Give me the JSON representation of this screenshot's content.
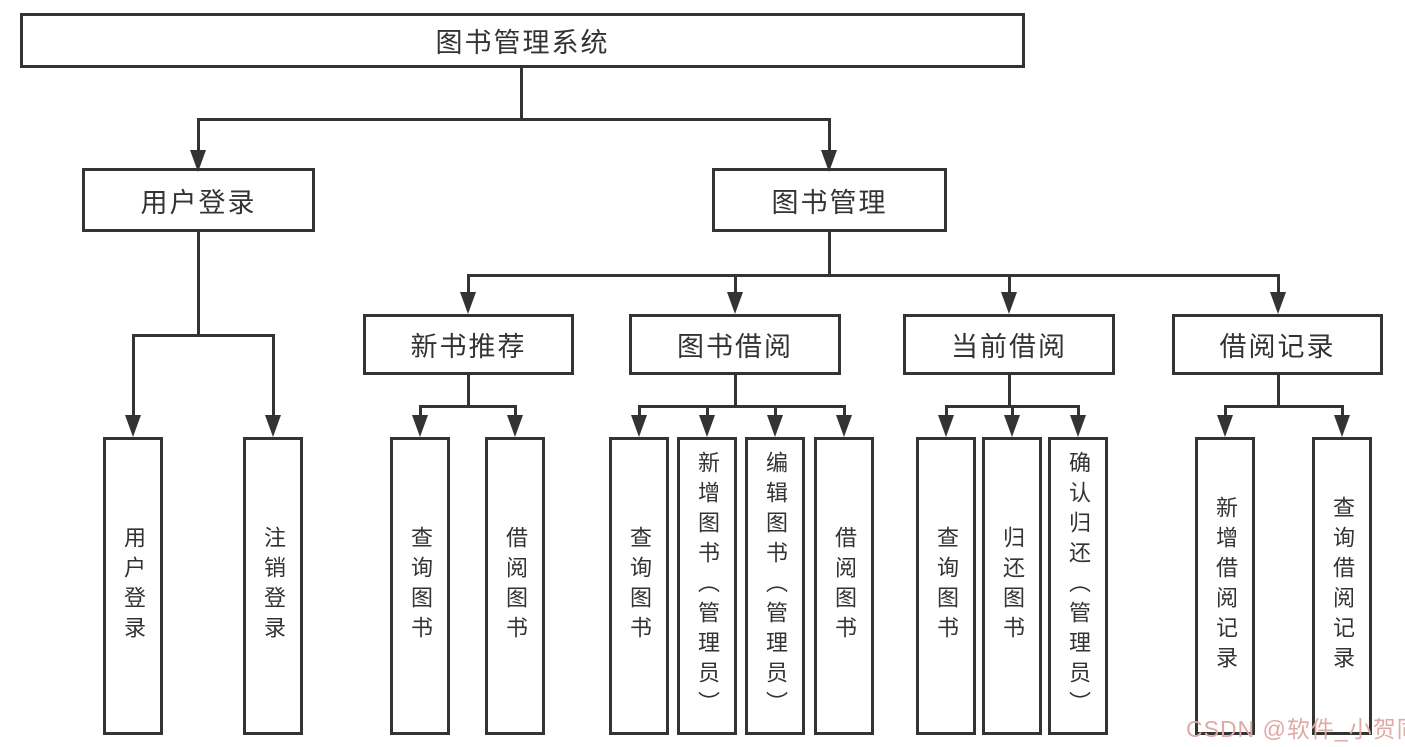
{
  "diagram_title": "图书管理系统",
  "tree": {
    "root": {
      "label": "图书管理系统"
    },
    "branches": [
      {
        "label": "用户登录",
        "children": [
          {
            "label": "用户登录"
          },
          {
            "label": "注销登录"
          }
        ]
      },
      {
        "label": "图书管理",
        "children": [
          {
            "label": "新书推荐",
            "children": [
              {
                "label": "查询图书"
              },
              {
                "label": "借阅图书"
              }
            ]
          },
          {
            "label": "图书借阅",
            "children": [
              {
                "label": "查询图书"
              },
              {
                "label": "新增图书（管理员）"
              },
              {
                "label": "编辑图书（管理员）"
              },
              {
                "label": "借阅图书"
              }
            ]
          },
          {
            "label": "当前借阅",
            "children": [
              {
                "label": "查询图书"
              },
              {
                "label": "归还图书"
              },
              {
                "label": "确认归还（管理员）"
              }
            ]
          },
          {
            "label": "借阅记录",
            "children": [
              {
                "label": "新增借阅记录"
              },
              {
                "label": "查询借阅记录"
              }
            ]
          }
        ]
      }
    ]
  },
  "watermark": {
    "text": "CSDN @软件_小贺同学",
    "color": "#dfaaa5"
  },
  "colors": {
    "line": "#333333",
    "box_border": "#333333",
    "text": "#333333",
    "background": "#ffffff"
  }
}
